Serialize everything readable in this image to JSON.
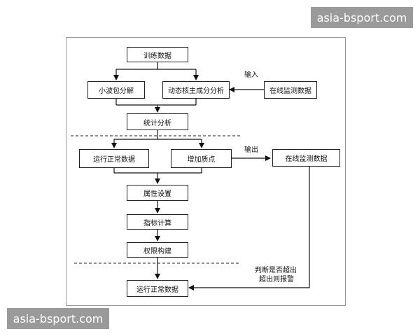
{
  "watermark": {
    "top_text": "asia-bsport.com",
    "bottom_text": "asia-bsport.com"
  },
  "boxes": {
    "training_data": "训练数据",
    "wavelet": "小波包分解",
    "dynamic_pca": "动态核主成分分析",
    "online_data_in": "在线监测数据",
    "statistics": "统计分析",
    "normal_data": "运行正常数据",
    "add_points": "增加质点",
    "online_data_out": "在线监测数据",
    "attribute_setting": "属性设置",
    "index_calc": "指标计算",
    "weight_build": "权限构建",
    "normal_data_final": "运行正常数据"
  },
  "labels": {
    "input": "输入",
    "output": "输出",
    "judge_line1": "判断是否超出",
    "judge_line2": "超出则报警"
  }
}
